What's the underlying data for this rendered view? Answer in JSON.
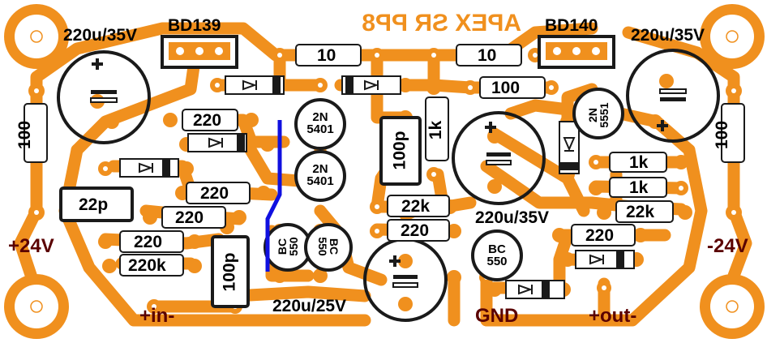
{
  "title": "APEX SR PP8",
  "colors": {
    "copper": "#f0901e",
    "pad": "#ffffff",
    "component": "#1a1a1a",
    "part_fill": "#ffffff",
    "jumper": "#1010e0",
    "power_label": "#5a0000",
    "title": "#f0901e"
  },
  "labels": {
    "plus24": "+24V",
    "minus24": "-24V",
    "in": "+in-",
    "gnd": "GND",
    "out": "+out-",
    "bd139": "BD139",
    "bd140": "BD140",
    "c_220u_35v_left": "220u/35V",
    "c_220u_35v_right": "220u/35V",
    "c_220u_35v_center": "220u/35V",
    "c_220u_25v": "220u/25V",
    "r10_left": "10",
    "r10_right": "10",
    "r100_top": "100",
    "r100_left": "100",
    "r100_right": "100",
    "r1k_vertical": "1k",
    "r220_a": "220",
    "r220_b": "220",
    "r220_c": "220",
    "r220_d": "220",
    "r220_e": "220",
    "r220_f": "220",
    "r220k": "220k",
    "r22k_a": "22k",
    "r22k_b": "22k",
    "r1k_a": "1k",
    "r1k_b": "1k",
    "c22p": "22p",
    "c100p_a": "100p",
    "c100p_b": "100p",
    "t_2n5401_a": "2N 5401",
    "t_2n5401_b": "2N 5401",
    "t_2n5551": "2N 5551",
    "t_bc550_a": "BC 550",
    "t_bc550_b": "BC 550",
    "t_bc550_c": "BC 550"
  }
}
